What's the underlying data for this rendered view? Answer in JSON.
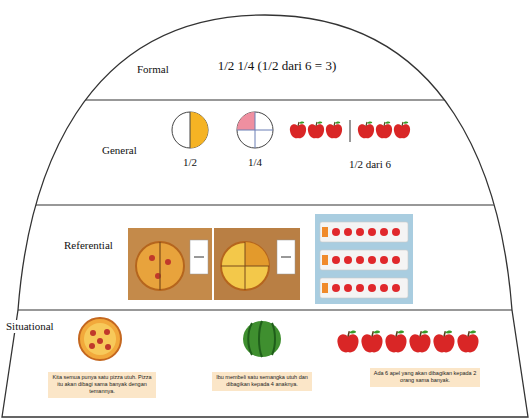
{
  "diagram": {
    "nodes": [
      {
        "text": [
          "Formal",
          "1/2 1/4 (1/2 dari 6 = 3)"
        ]
      },
      {
        "text": [
          "General",
          "1/2",
          "1/4",
          "1/2 dari 6"
        ]
      },
      {
        "text": [
          "Referential"
        ]
      },
      {
        "text": [
          "Situational"
        ]
      },
      {
        "text": [
          "Kita semua punya satu pizza utuh. Pizza itu akan dibagi sama banyak dengan temannya."
        ],
        "in": 3
      },
      {
        "text": [
          "Ibu membeli satu semangka utuh dan dibagikan kepada 4 anaknya."
        ],
        "in": 3
      },
      {
        "text": [
          "Ada 6 apel yang akan dibagikan kepada 2 orang sama banyak."
        ],
        "in": 3
      }
    ]
  }
}
